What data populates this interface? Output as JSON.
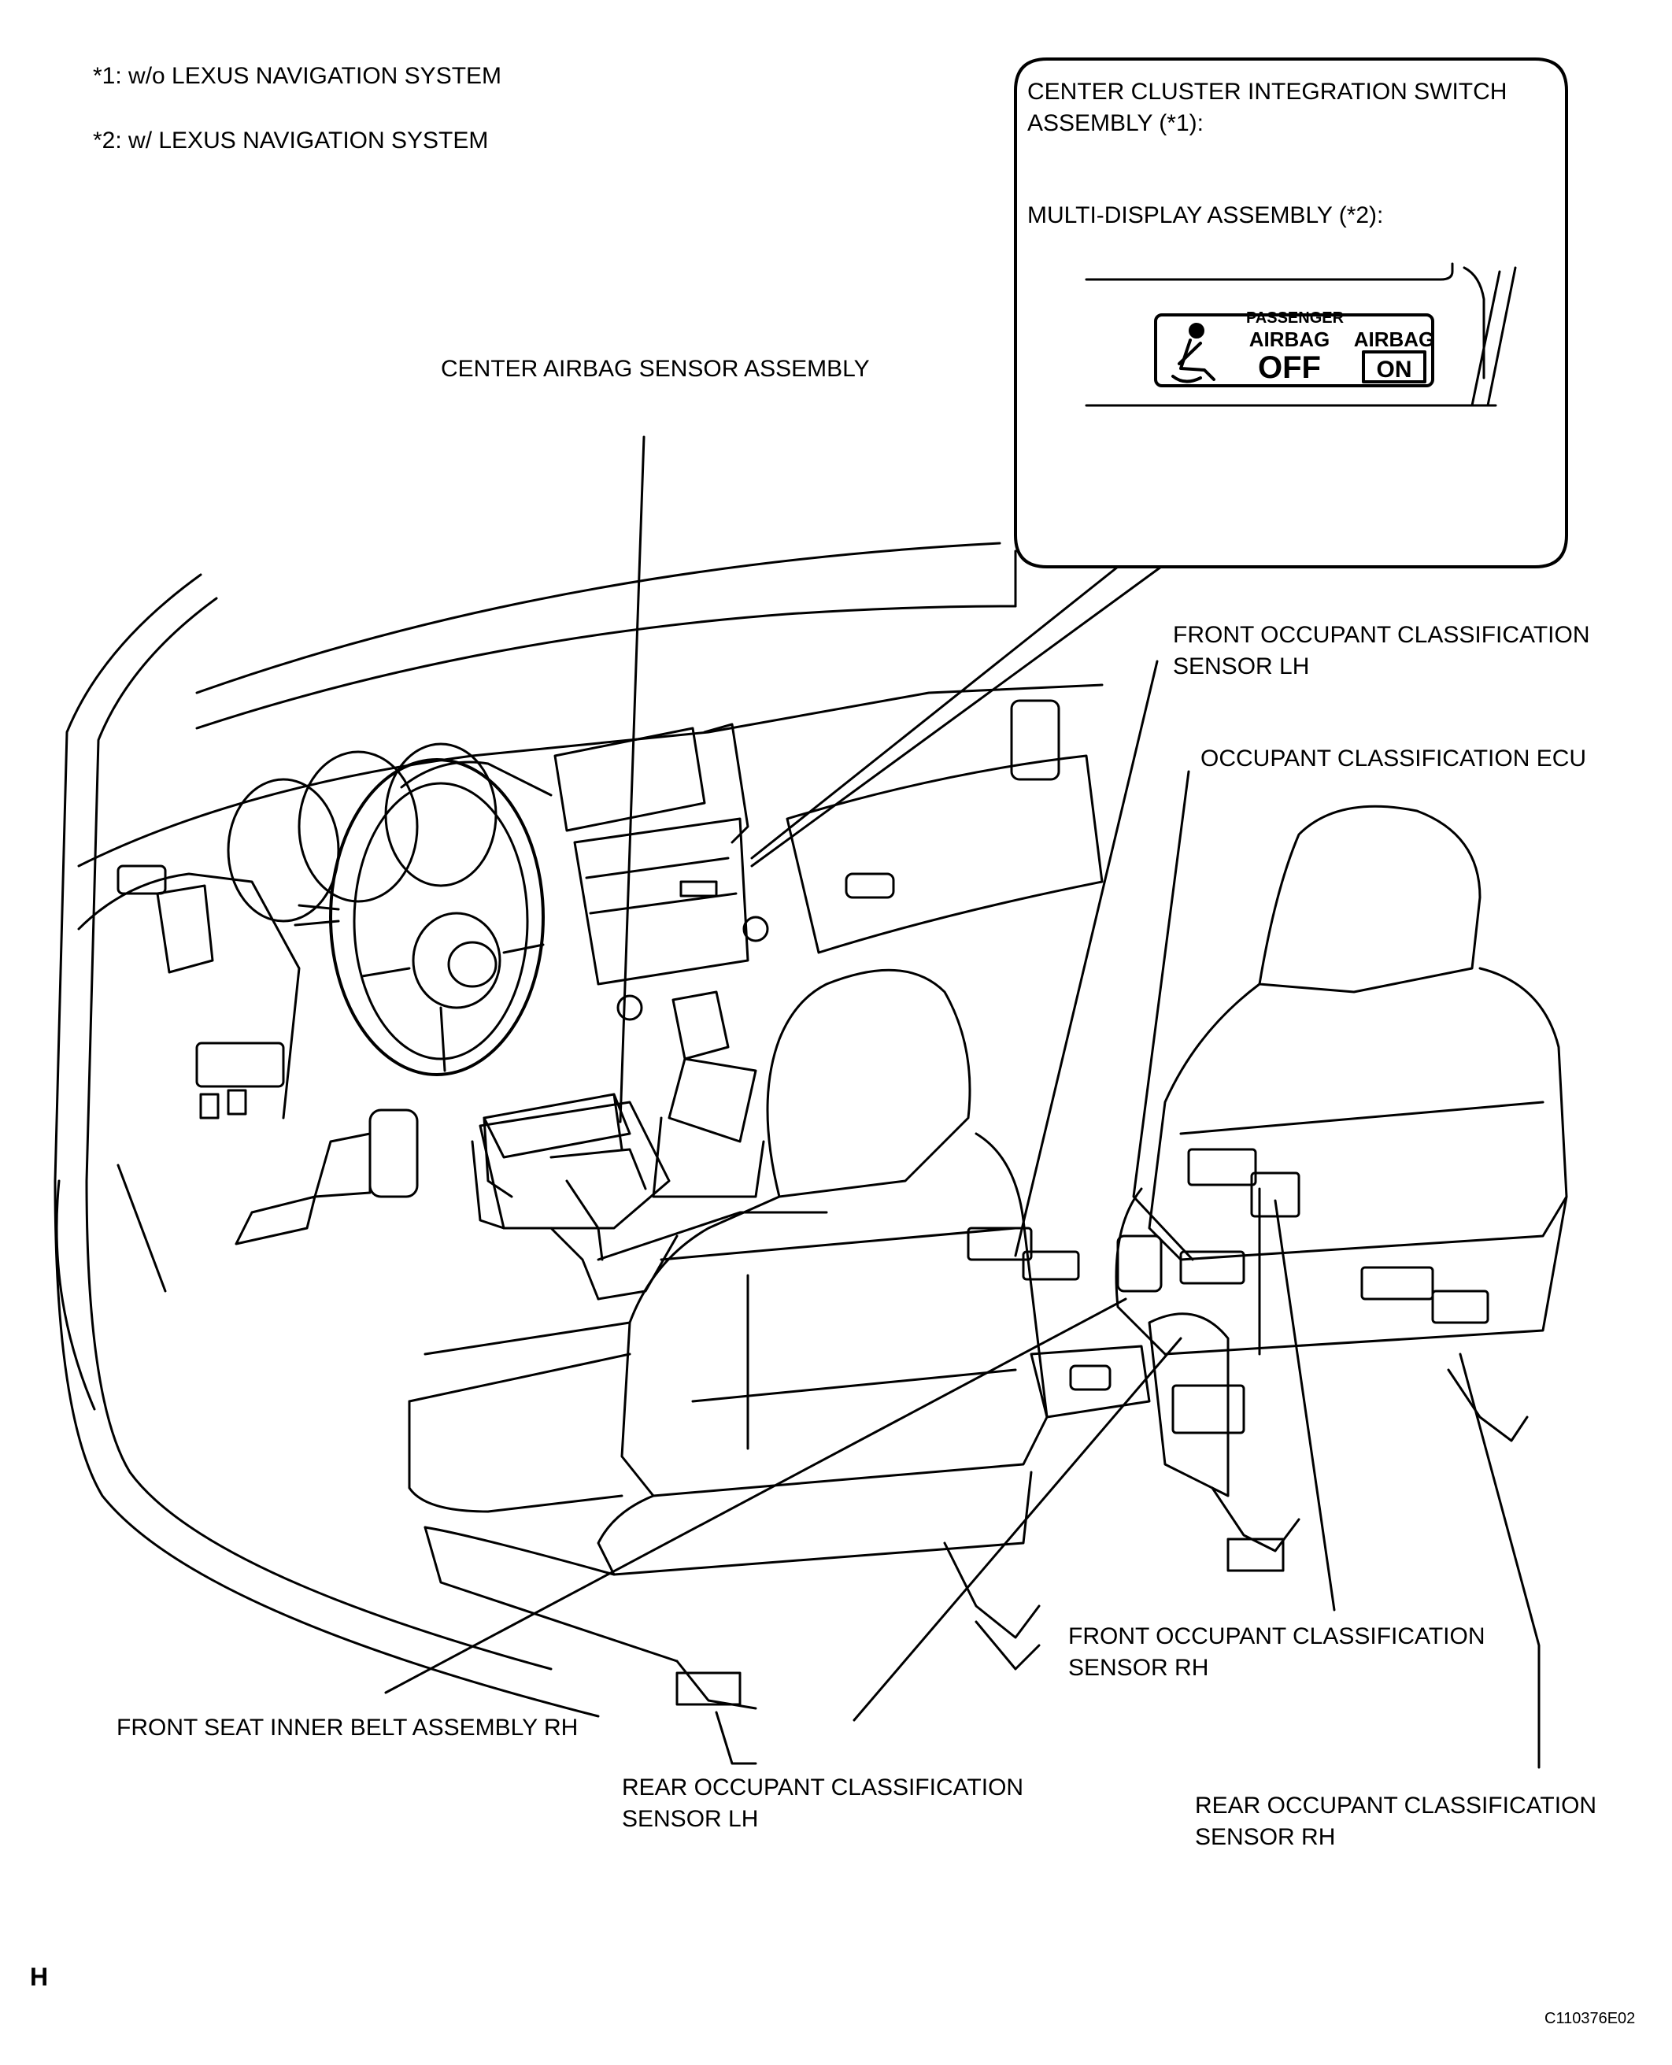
{
  "notes": {
    "note1": "*1: w/o LEXUS NAVIGATION SYSTEM",
    "note2": "*2: w/ LEXUS NAVIGATION SYSTEM"
  },
  "callout": {
    "line1": "CENTER CLUSTER INTEGRATION SWITCH",
    "line2": "ASSEMBLY (*1):",
    "line3": "MULTI-DISPLAY ASSEMBLY (*2):",
    "indicator": {
      "passenger": "PASSENGER",
      "airbag_off_top": "AIRBAG",
      "airbag_off_bottom": "OFF",
      "airbag_on_top": "AIRBAG",
      "airbag_on_bottom": "ON"
    }
  },
  "labels": {
    "center_airbag": "CENTER AIRBAG SENSOR ASSEMBLY",
    "front_lh_1": "FRONT OCCUPANT CLASSIFICATION",
    "front_lh_2": "SENSOR LH",
    "ecu": "OCCUPANT CLASSIFICATION ECU",
    "front_rh_1": "FRONT OCCUPANT CLASSIFICATION",
    "front_rh_2": "SENSOR RH",
    "belt": "FRONT SEAT INNER BELT ASSEMBLY RH",
    "rear_lh_1": "REAR OCCUPANT CLASSIFICATION",
    "rear_lh_2": "SENSOR LH",
    "rear_rh_1": "REAR OCCUPANT CLASSIFICATION",
    "rear_rh_2": "SENSOR RH"
  },
  "footer": {
    "letter": "H",
    "code": "C110376E02"
  }
}
